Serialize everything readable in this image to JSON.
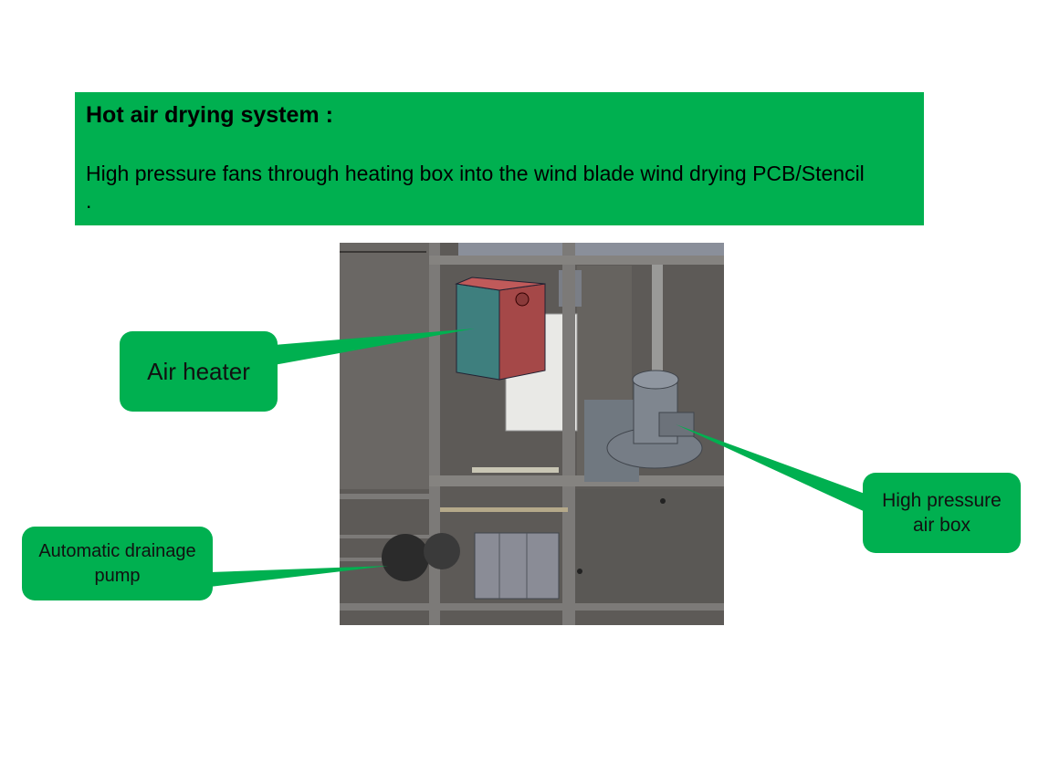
{
  "header": {
    "title": "Hot air drying system :",
    "description": "High pressure fans through heating box into the wind blade wind  drying PCB/Stencil ."
  },
  "callouts": {
    "air_heater": "Air heater",
    "air_box_line1": "High pressure",
    "air_box_line2": "air box",
    "pump_line1": "Automatic drainage",
    "pump_line2": "pump"
  },
  "colors": {
    "accent": "#00b050"
  }
}
